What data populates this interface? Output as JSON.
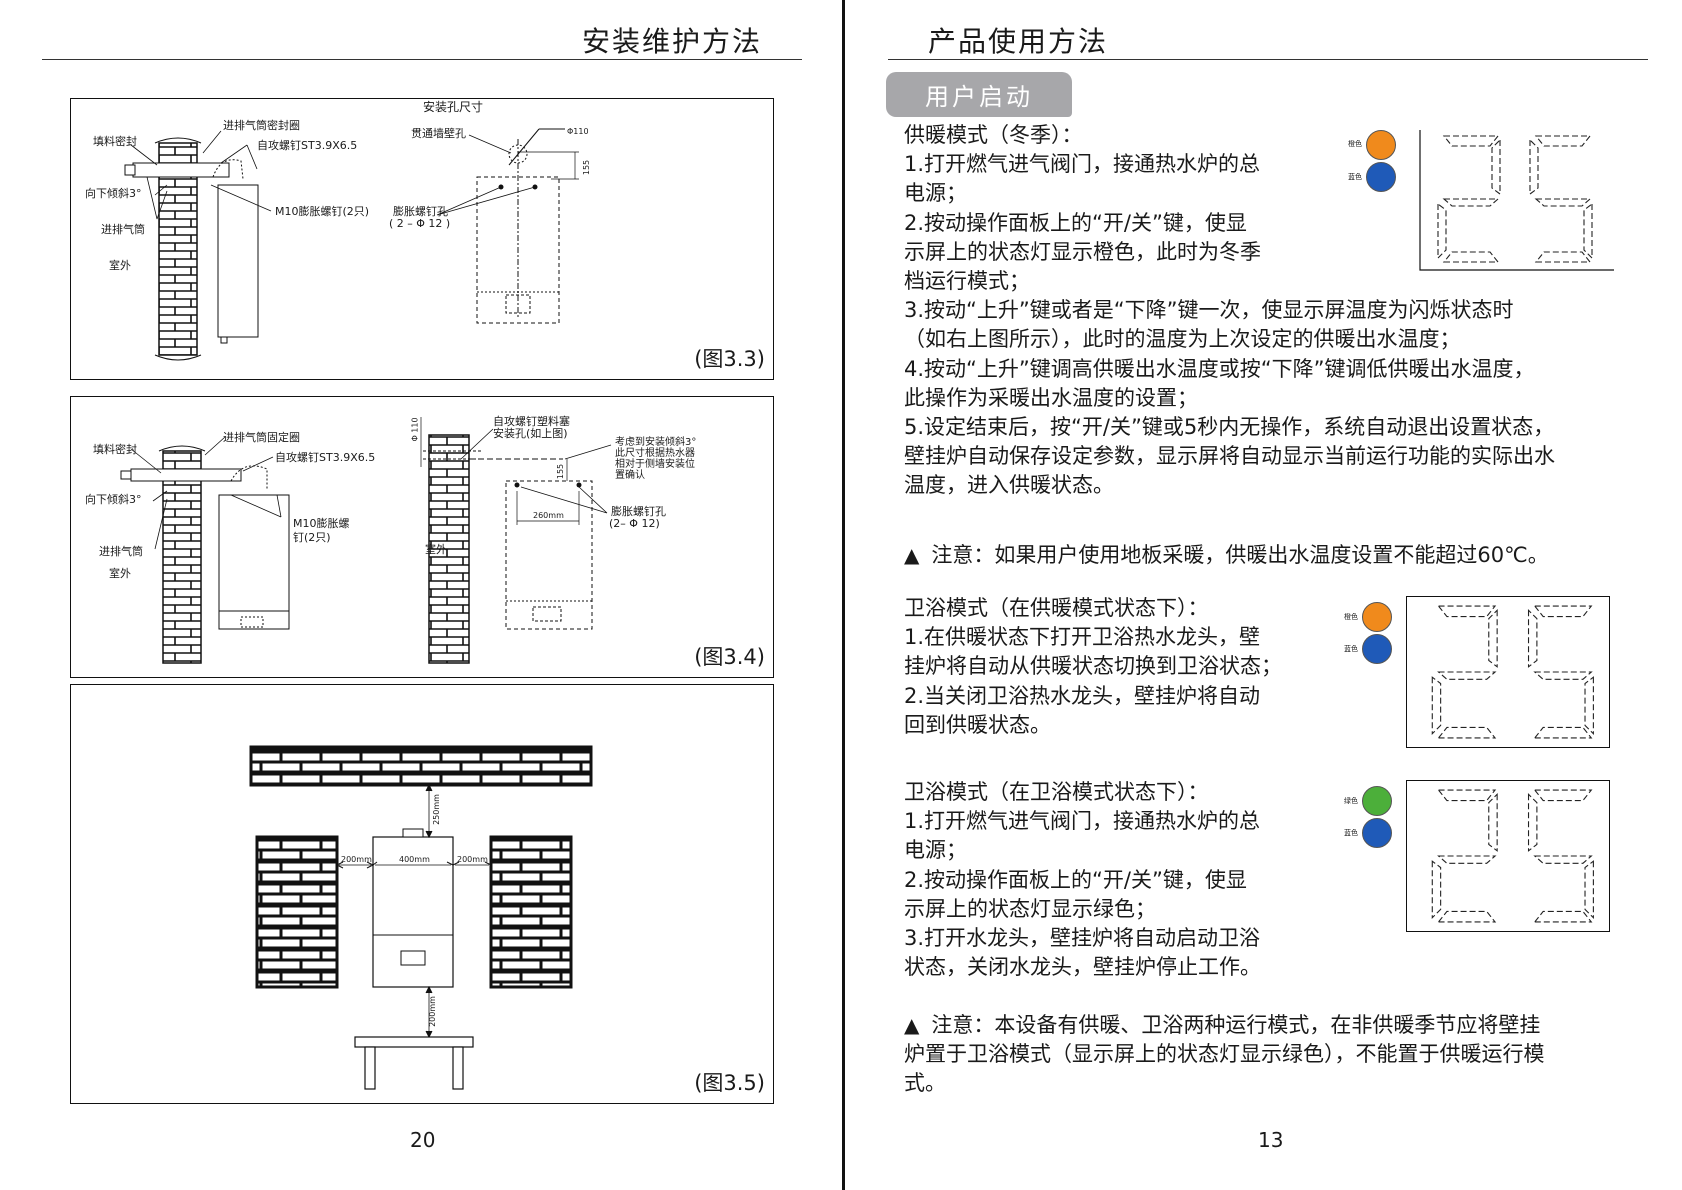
{
  "left_page": {
    "header": "安装维护方法",
    "page_number": "20",
    "fig33": {
      "caption": "(图3.3)",
      "title": "安装孔尺寸",
      "labels": {
        "seal_ring": "进排气筒密封圈",
        "filler": "填料密封",
        "screw": "自攻螺钉ST3.9X6.5",
        "slope": "向下倾斜3°",
        "bolt": "M10膨胀螺钉(2只)",
        "pipe": "进排气筒",
        "outdoor": "室外",
        "wall_hole": "贯通墙壁孔",
        "phi110": "Φ110",
        "dim155": "155",
        "exp_hole": "膨胀螺钉孔",
        "exp_hole_spec": "( 2 – Φ 12 )"
      }
    },
    "fig34": {
      "caption": "(图3.4)",
      "labels": {
        "fix_ring": "进排气筒固定圈",
        "filler": "填料密封",
        "screw": "自攻螺钉ST3.9X6.5",
        "slope": "向下倾斜3°",
        "bolt_1": "M10膨胀螺",
        "bolt_2": "钉(2只)",
        "pipe": "进排气筒",
        "outdoor_1": "室外",
        "outdoor_2": "室外",
        "phi110": "Φ 110",
        "plug_1": "自攻螺钉塑料塞",
        "plug_2": "安装孔(如上图)",
        "note_1": "考虑到安装倾斜3°",
        "note_2": "此尺寸根据热水器",
        "note_3": "相对于侧墙安装位",
        "note_4": "置确认",
        "dim155": "155",
        "dim260": "260mm",
        "exp_hole": "膨胀螺钉孔",
        "exp_hole_spec": "(2– Φ 12)"
      }
    },
    "fig35": {
      "caption": "(图3.5)",
      "dim_top": "250mm",
      "dim_left": "200mm",
      "dim_width": "400mm",
      "dim_right": "200mm",
      "dim_bottom": "200mm"
    }
  },
  "right_page": {
    "header": "产品使用方法",
    "page_number": "13",
    "section_tab": "用户启动",
    "block1": {
      "lines": [
        "供暖模式（冬季）：",
        "1.打开燃气进气阀门，接通热水炉的总",
        "电源；",
        "2.按动操作面板上的“开/关”键，使显",
        "示屏上的状态灯显示橙色，此时为冬季",
        "档运行模式；",
        "3.按动“上升”键或者是“下降”键一次，使显示屏温度为闪烁状态时",
        "（如右上图所示），此时的温度为上次设定的供暖出水温度；",
        "4.按动“上升”键调高供暖出水温度或按“下降”键调低供暖出水温度，",
        "此操作为采暖出水温度的设置；",
        "5.设定结束后，按“开/关”键或5秒内无操作，系统自动退出设置状态，",
        "壁挂炉自动保存设定参数，显示屏将自动显示当前运行功能的实际出水",
        "温度，进入供暖状态。"
      ]
    },
    "note1": "注意：如果用户使用地板采暖，供暖出水温度设置不能超过60℃。",
    "block2": {
      "lines": [
        "卫浴模式（在供暖模式状态下）：",
        "1.在供暖状态下打开卫浴热水龙头，壁",
        "挂炉将自动从供暖状态切换到卫浴状态；",
        "2.当关闭卫浴热水龙头，壁挂炉将自动",
        "回到供暖状态。"
      ]
    },
    "block3": {
      "lines": [
        "卫浴模式（在卫浴模式状态下）：",
        "1.打开燃气进气阀门，接通热水炉的总",
        "电源；",
        "2.按动操作面板上的“开/关”键，使显",
        "示屏上的状态灯显示绿色；",
        "3.打开水龙头，壁挂炉将自动启动卫浴",
        "状态，关闭水龙头，壁挂炉停止工作。"
      ]
    },
    "note2_lines": [
      "注意：本设备有供暖、卫浴两种运行模式，在非供暖季节应将壁挂",
      "炉置于卫浴模式（显示屏上的状态灯显示绿色），不能置于供暖运行模",
      "式。"
    ],
    "warning_icon": "warning-triangle-icon",
    "displays": [
      {
        "digits": "25",
        "dot1_label": "橙色",
        "dot1_color": "#f08a1c",
        "dot2_label": "蓝色",
        "dot2_color": "#1f5ab8"
      },
      {
        "digits": "25",
        "dot1_label": "橙色",
        "dot1_color": "#f08a1c",
        "dot2_label": "蓝色",
        "dot2_color": "#1f5ab8"
      },
      {
        "digits": "25",
        "dot1_label": "绿色",
        "dot1_color": "#4caf3a",
        "dot2_label": "蓝色",
        "dot2_color": "#1f5ab8"
      }
    ]
  }
}
